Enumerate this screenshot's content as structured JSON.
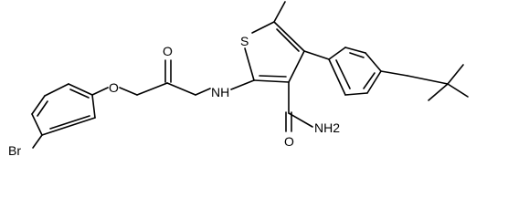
{
  "molecule": {
    "atom_labels": {
      "bromine": "Br",
      "ether_oxygen": "O",
      "carbonyl_oxygen": "O",
      "amide_nh": "NH",
      "thiophene_sulfur": "S",
      "carboxamide_oxygen": "O",
      "carboxamide_nh2": "NH2"
    }
  }
}
